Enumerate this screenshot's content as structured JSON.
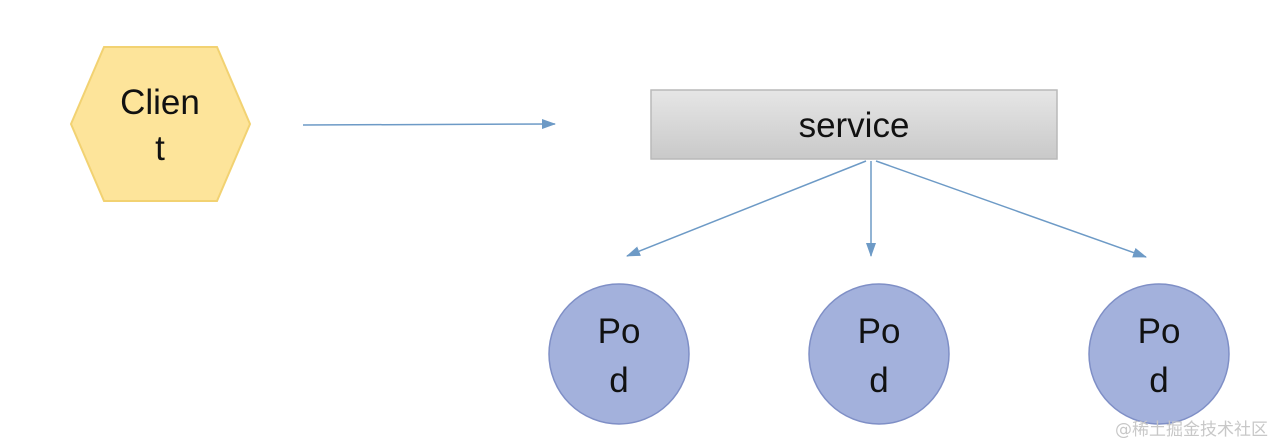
{
  "diagram": {
    "client": {
      "label_line1": "Clien",
      "label_line2": "t"
    },
    "service": {
      "label": "service"
    },
    "pods": [
      {
        "label_line1": "Po",
        "label_line2": "d"
      },
      {
        "label_line1": "Po",
        "label_line2": "d"
      },
      {
        "label_line1": "Po",
        "label_line2": "d"
      }
    ]
  },
  "colors": {
    "client_fill": "#fde49a",
    "client_stroke": "#f2d272",
    "service_fill_top": "#e6e6e6",
    "service_fill_bottom": "#c9c9c9",
    "service_stroke": "#b9b9b9",
    "pod_fill": "#a3b1dc",
    "pod_stroke": "#7f8fc6",
    "arrow": "#6d9ac6"
  },
  "watermark": {
    "text": "@稀土掘金技术社区"
  }
}
